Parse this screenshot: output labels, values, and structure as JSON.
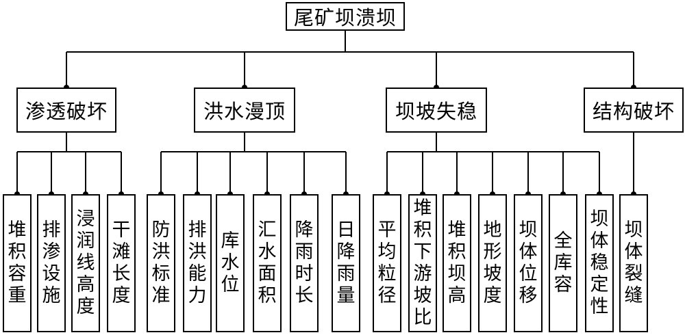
{
  "root": {
    "label": "尾矿坝溃坝"
  },
  "categories": [
    {
      "label": "渗透破坏",
      "factors": [
        "堆积容重",
        "排渗设施",
        "浸润线高度",
        "干滩长度"
      ]
    },
    {
      "label": "洪水漫顶",
      "factors": [
        "防洪标准",
        "排洪能力",
        "库水位",
        "汇水面积",
        "降雨时长",
        "日降雨量"
      ]
    },
    {
      "label": "坝坡失稳",
      "factors": [
        "平均粒径",
        "堆积下游坡比",
        "堆积坝高",
        "地形坡度",
        "坝体位移",
        "全库容",
        "坝体稳定性"
      ]
    },
    {
      "label": "结构破坏",
      "factors": [
        "坝体裂缝"
      ]
    }
  ]
}
